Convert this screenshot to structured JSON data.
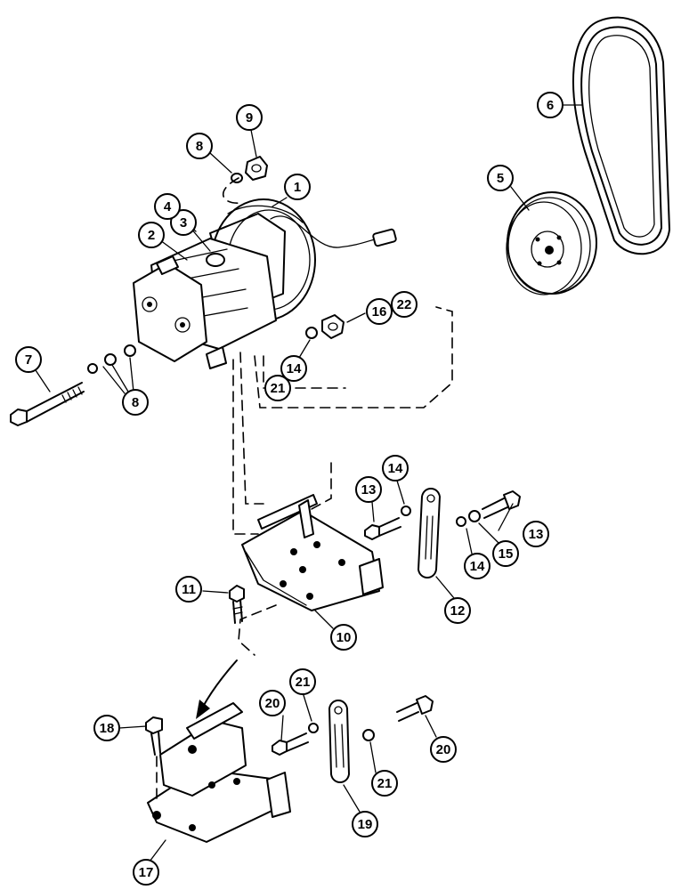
{
  "callouts": {
    "c1": "1",
    "c2": "2",
    "c3": "3",
    "c4": "4",
    "c5": "5",
    "c6": "6",
    "c7": "7",
    "c8a": "8",
    "c8b": "8",
    "c9": "9",
    "c10": "10",
    "c11": "11",
    "c12": "12",
    "c13a": "13",
    "c13b": "13",
    "c14a": "14",
    "c14b": "14",
    "c14c": "14",
    "c15": "15",
    "c16": "16",
    "c17": "17",
    "c18": "18",
    "c19": "19",
    "c20a": "20",
    "c20b": "20",
    "c21a": "21",
    "c21b": "21",
    "c21c": "21",
    "c22": "22"
  }
}
